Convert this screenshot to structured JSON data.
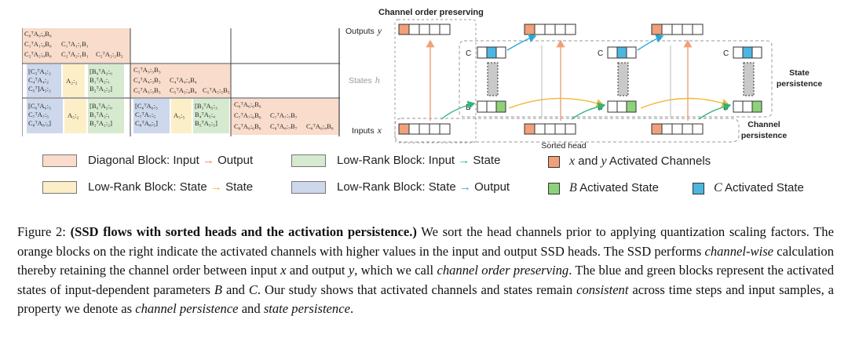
{
  "figure": {
    "matrix": {
      "row1": [
        "C₀ᵀA₀:₀B₀",
        "C₁ᵀA₁:₀B₀",
        "C₁ᵀA₁:₁B₁",
        "C₂ᵀA₂:₀B₀",
        "C₂ᵀA₂:₁B₁",
        "C₂ᵀA₂:₂B₂"
      ],
      "row2_c": [
        "[C₃ᵀ",
        "C₄ᵀ",
        "C₅ᵀ]"
      ],
      "row2_cA": [
        "A₃:₂",
        "A₄:₂",
        "A₅:₂"
      ],
      "row2_A": "A₂:₂",
      "row2_b": [
        "[B₀ᵀA₂:₀",
        "B₁ᵀA₂:₁",
        "B₂ᵀA₂:₂]"
      ],
      "row2_diag": [
        "C₃ᵀA₃:₃B₃",
        "C₄ᵀA₄:₃B₃",
        "C₄ᵀA₄:₄B₄",
        "C₅ᵀA₅:₃B₃",
        "C₅ᵀA₅:₄B₄",
        "C₅ᵀA₅:₅B₅"
      ],
      "row3_c": [
        "[C₆ᵀA₆:₅",
        "C₇ᵀA₇:₅",
        "C₈ᵀA₈:₅]"
      ],
      "row3_A1": "A₅:₂",
      "row3_b1": [
        "[B₀ᵀA₂:₀",
        "B₁ᵀA₂:₁",
        "B₂ᵀA₂:₂]"
      ],
      "row3_c2": [
        "[C₆ᵀA₆:₅",
        "C₇ᵀA₇:₅",
        "C₈ᵀA₈:₅]"
      ],
      "row3_A2": "A₅:₅",
      "row3_b2": [
        "[B₃ᵀA₅:₃",
        "B₄ᵀA₅:₄",
        "B₅ᵀA₅:₅]"
      ],
      "row3_diag": [
        "C₆ᵀA₆:₆B₆",
        "C₇ᵀA₇:₆B₆",
        "C₇ᵀA₇:₇B₇",
        "C₈ᵀA₈:₆B₆",
        "C₈ᵀA₈:₇B₇",
        "C₈ᵀA₈:₈B₈"
      ]
    },
    "flow": {
      "top_label": "Channel order preserving",
      "outputs_label": "Outputs",
      "outputs_var": "y",
      "states_label": "States",
      "states_var": "h",
      "inputs_label": "Inputs",
      "inputs_var": "x",
      "c_label": "C",
      "b_label": "B",
      "state_persistence": [
        "State",
        "persistence"
      ],
      "channel_persistence": [
        "Channel",
        "persistence"
      ],
      "sorted_head": "Sorted head"
    },
    "colors": {
      "diag": "#f9dccb",
      "lowrank_in": "#d6ead0",
      "lowrank_state": "#fcefc8",
      "lowrank_out": "#cdd8ec",
      "activated": "#f0a07a",
      "b_state": "#8fd17a",
      "c_state": "#4cb6e0"
    }
  },
  "legend": {
    "diag": {
      "pre": "Diagonal Block: Input ",
      "arrow": "→",
      "post": " Output"
    },
    "lr_in": {
      "pre": "Low-Rank Block: Input ",
      "arrow": "→",
      "post": " State"
    },
    "xy": {
      "x": "x",
      "mid": " and ",
      "y": "y",
      "post": " Activated Channels"
    },
    "lr_state": {
      "pre": "Low-Rank Block: State ",
      "arrow": "→",
      "post": " State"
    },
    "lr_out": {
      "pre": "Low-Rank Block: State ",
      "arrow": "→",
      "post": " Output"
    },
    "b": {
      "v": "B",
      "post": " Activated State"
    },
    "c": {
      "v": "C",
      "post": " Activated State"
    }
  },
  "caption": {
    "label": "Figure 2: ",
    "bold": "(SSD flows with sorted heads and the activation persistence.)",
    "t1": " We sort the head channels prior to applying quantization scaling factors. The orange blocks on the right indicate the activated channels with higher values in the input and output SSD heads. The SSD performs ",
    "i1": "channel-wise",
    "t2": " calculation thereby retaining the channel order between input ",
    "i2": "x",
    "t3": " and output ",
    "i3": "y",
    "t4": ", which we call ",
    "i4": "channel order preserving",
    "t5": ". The blue and green blocks represent the activated states of input-dependent parameters ",
    "i5": "B",
    "t6": " and ",
    "i6": "C",
    "t7": ". Our study shows that activated channels and states remain ",
    "i7": "consistent",
    "t8": " across time steps and input samples, a property we denote as ",
    "i8": "channel persistence",
    "t9": " and ",
    "i9": "state persistence",
    "t10": "."
  }
}
